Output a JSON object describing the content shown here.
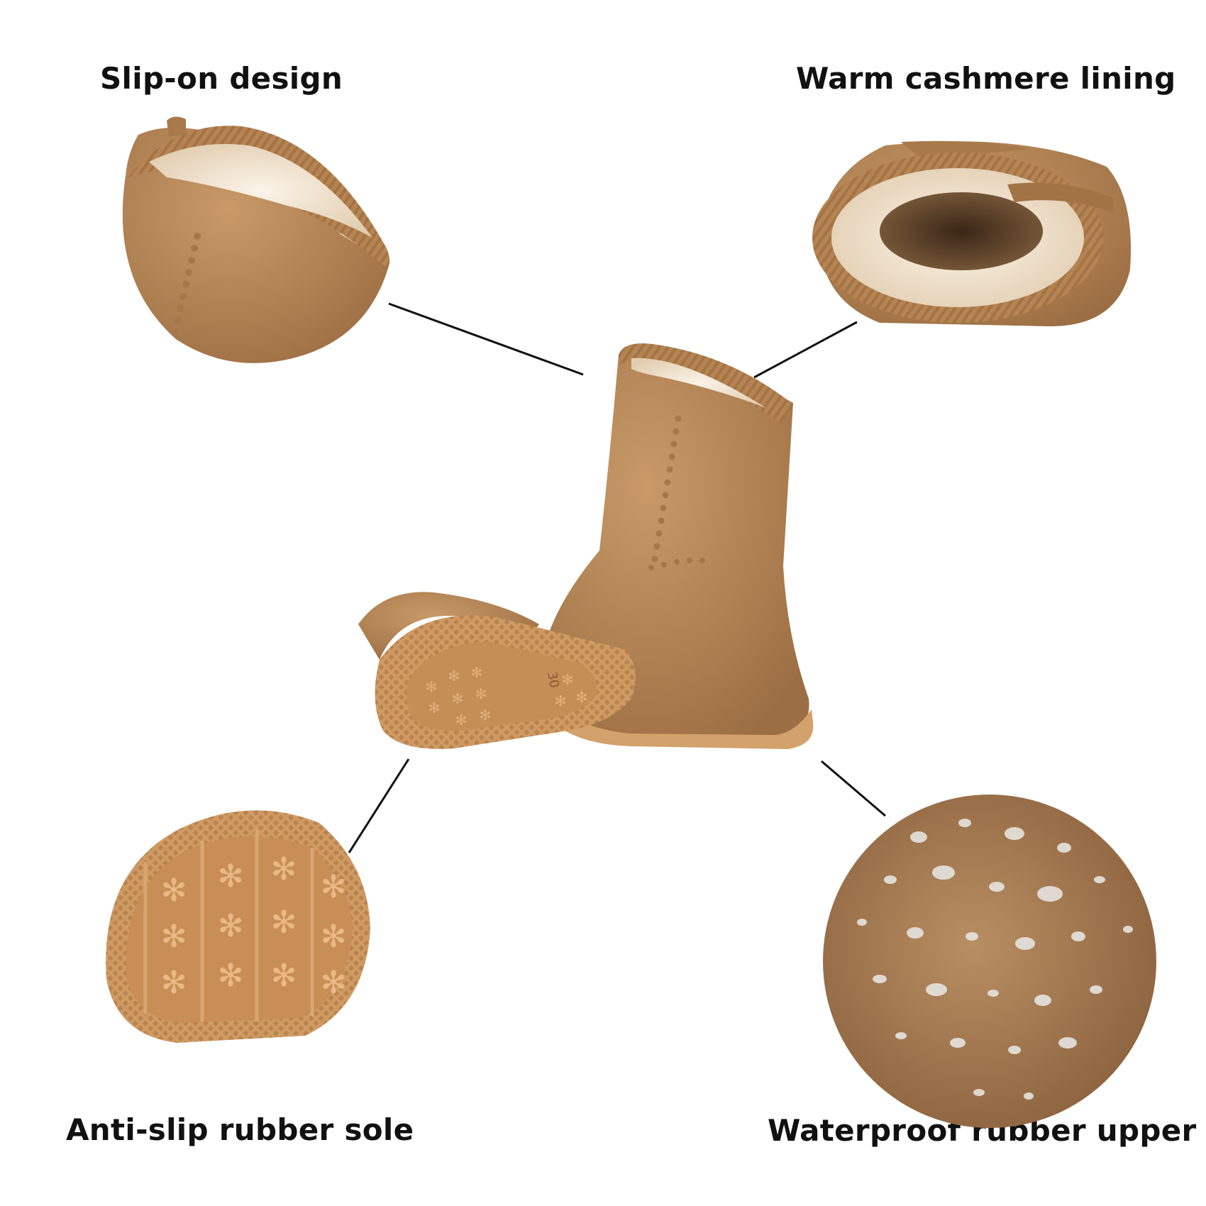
{
  "labels": {
    "slip_on": "Slip-on design",
    "lining": "Warm cashmere lining",
    "sole": "Anti-slip rubber sole",
    "upper": "Waterproof rubber upper"
  },
  "sole_size_mark": "30",
  "colors": {
    "suede": "#b98a5a",
    "suede_shadow": "#9a6d42",
    "rubber": "#d2a06a",
    "fur": "#f3e6d2",
    "connector": "#111111",
    "label_text": "#111111"
  }
}
